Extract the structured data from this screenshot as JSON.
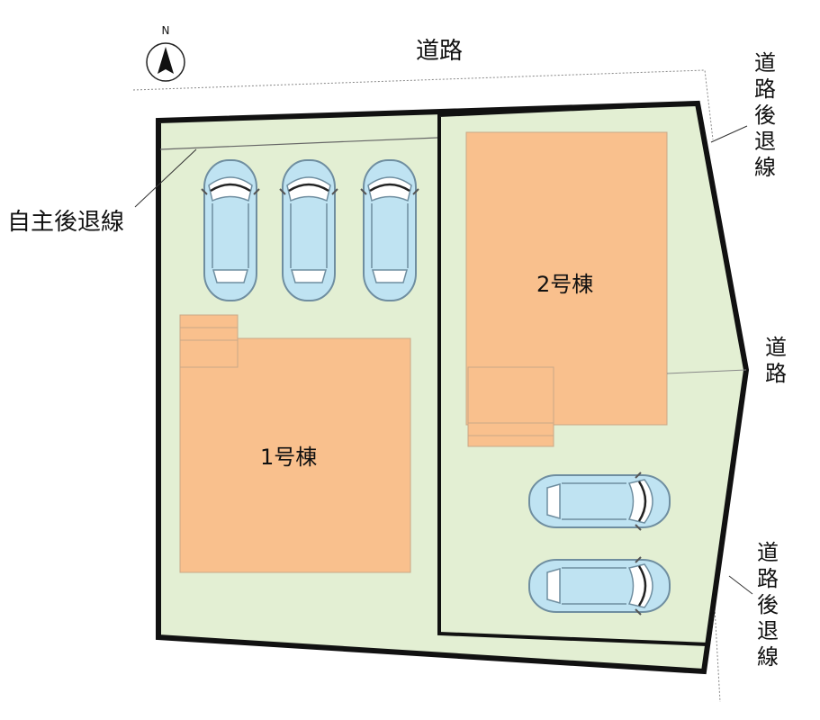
{
  "north": {
    "label": "N"
  },
  "labels": {
    "road_top": "道路",
    "road_right": "道路",
    "setback_top_right": "道路後退線",
    "setback_bottom_right": "道路後退線",
    "voluntary_setback": "自主後退線"
  },
  "buildings": {
    "b1": "1号棟",
    "b2": "2号棟"
  },
  "colors": {
    "lot": "#e3efd3",
    "building": "#f9c08d",
    "outline": "#111111",
    "car_body": "#bfe3f2",
    "car_edge": "#6f8ea0"
  },
  "icons": [
    "compass-north-icon",
    "car-icon"
  ]
}
